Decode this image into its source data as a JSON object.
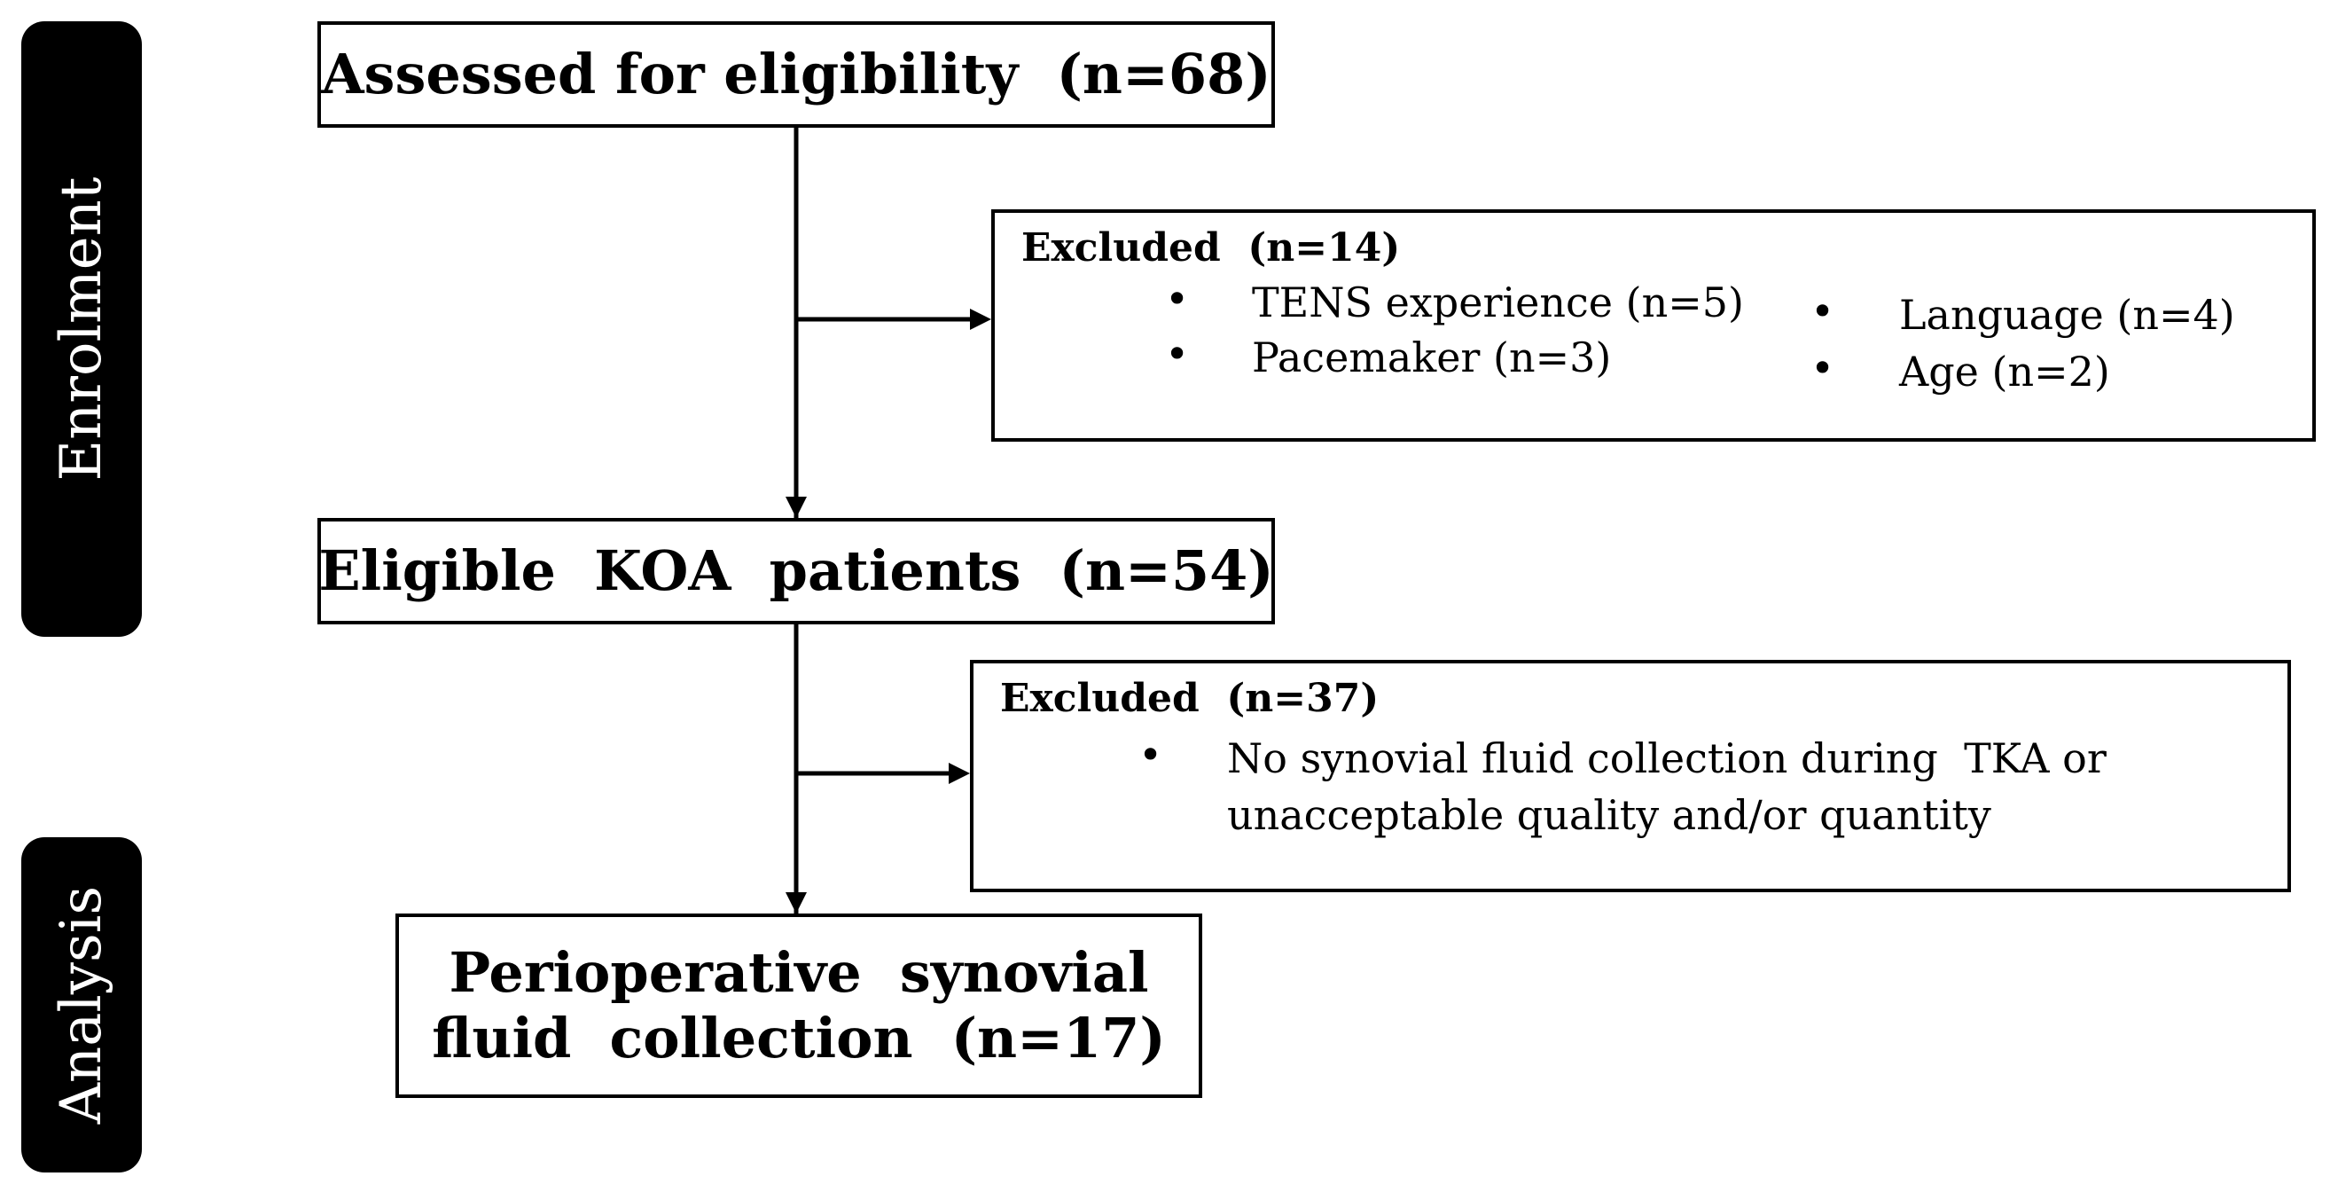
{
  "phases": {
    "enrolment": "Enrolment",
    "analysis": "Analysis"
  },
  "boxes": {
    "assessed": "Assessed for eligibility  (n=68)",
    "eligible": "Eligible  KOA  patients  (n=54)",
    "analysis_line1": "Perioperative  synovial",
    "analysis_line2": "fluid  collection  (n=17)"
  },
  "exclusion1": {
    "title": "Excluded  (n=14)",
    "items": [
      "TENS experience (n=5)",
      "Pacemaker (n=3)",
      "Language (n=4)",
      "Age (n=2)"
    ]
  },
  "exclusion2": {
    "title": "Excluded  (n=37)",
    "item_line1": "No synovial fluid collection during  TKA or",
    "item_line2": "unacceptable quality and/or quantity"
  }
}
